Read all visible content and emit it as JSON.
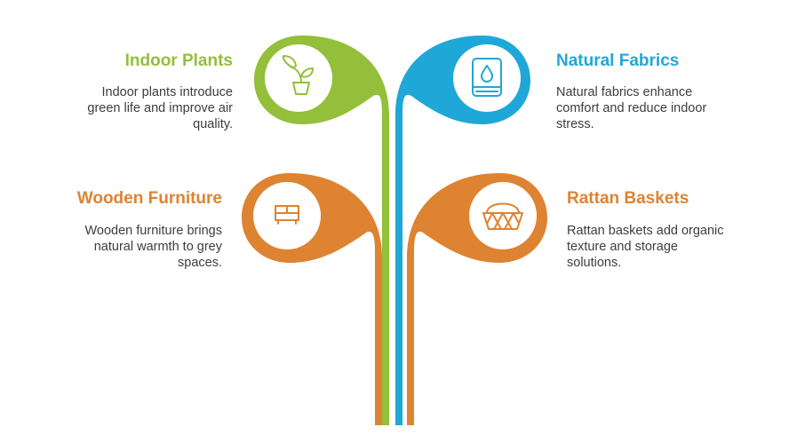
{
  "colors": {
    "green": "#93bf3a",
    "blue": "#1fa7d8",
    "orange": "#de8332",
    "text": "#3d3d3d"
  },
  "items": {
    "indoor_plants": {
      "title": "Indoor Plants",
      "description": "Indoor plants introduce green life and improve air quality.",
      "icon": "potted-plant-icon",
      "color": "#93bf3a"
    },
    "natural_fabrics": {
      "title": "Natural Fabrics",
      "description": "Natural fabrics enhance comfort and reduce indoor stress.",
      "icon": "folded-fabric-icon",
      "color": "#1fa7d8"
    },
    "wooden_furniture": {
      "title": "Wooden Furniture",
      "description": "Wooden furniture brings natural warmth to grey spaces.",
      "icon": "dresser-icon",
      "color": "#de8332"
    },
    "rattan_baskets": {
      "title": "Rattan Baskets",
      "description": "Rattan baskets add organic texture and storage solutions.",
      "icon": "basket-icon",
      "color": "#de8332"
    }
  }
}
